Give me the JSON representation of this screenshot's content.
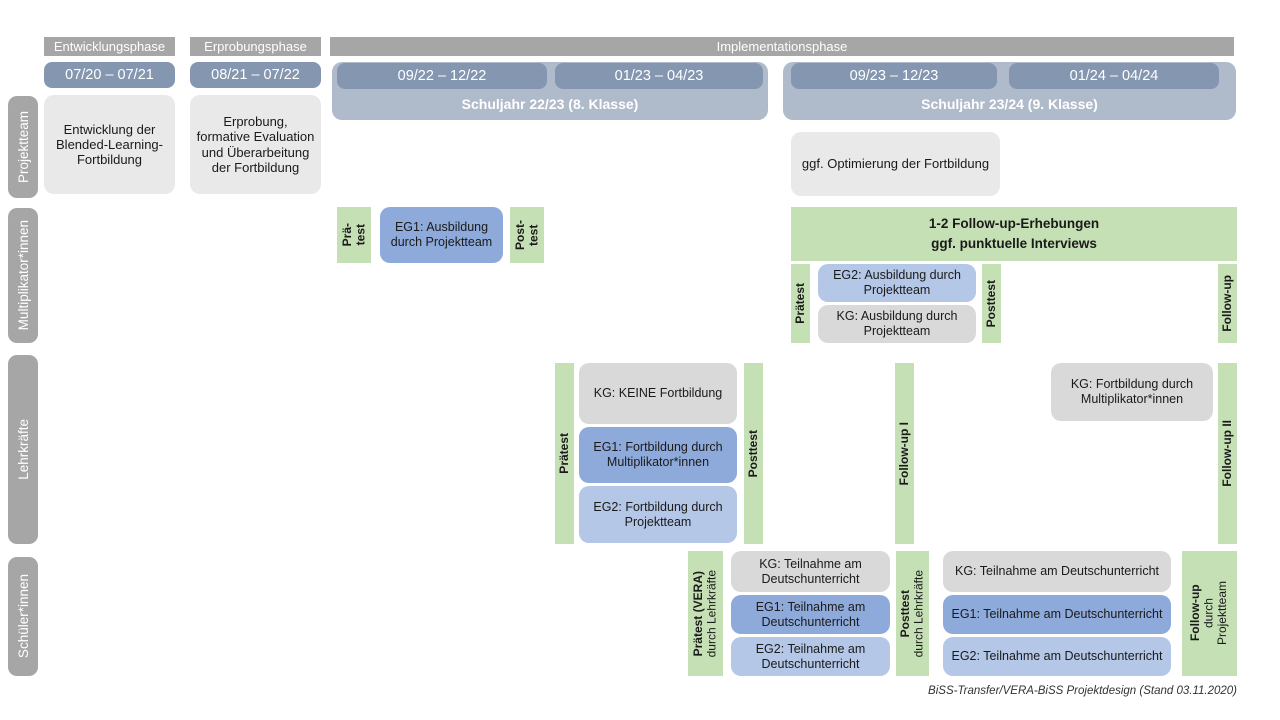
{
  "caption": "BiSS-Transfer/VERA-BiSS Projektdesign (Stand 03.11.2020)",
  "colors": {
    "phase_header": "#a6a6a6",
    "date_bar": "#8496b0",
    "year_container": "#afbbcb",
    "row_label": "#a6a6a6",
    "box_lightgray": "#e9e9e9",
    "box_kg_gray": "#d9d9d9",
    "box_eg1_blue": "#8eaadb",
    "box_eg2_lightblue": "#b4c7e7",
    "test_green": "#c5e0b4"
  },
  "phases": {
    "entwicklung": "Entwicklungsphase",
    "erprobung": "Erprobungsphase",
    "implementation": "Implementationsphase"
  },
  "timeline": {
    "period_dev": "07/20 – 07/21",
    "period_pilot": "08/21 – 07/22",
    "year1": {
      "label": "Schuljahr 22/23 (8. Klasse)",
      "p1": "09/22 – 12/22",
      "p2": "01/23 – 04/23"
    },
    "year2": {
      "label": "Schuljahr 23/24 (9. Klasse)",
      "p1": "09/23 – 12/23",
      "p2": "01/24 – 04/24"
    }
  },
  "row_labels": {
    "projektteam": "Projektteam",
    "multiplikatoren": "Multiplikator*innen",
    "lehrkraefte": "Lehrkräfte",
    "schueler": "Schüler*innen"
  },
  "projektteam": {
    "entwicklung": "Entwicklung der Blended-Learning-Fortbildung",
    "erprobung": "Erprobung, formative Evaluation und Überarbeitung der Fortbildung",
    "optimierung": "ggf. Optimierung der Fortbildung"
  },
  "multiplikatoren": {
    "praetest1_l1": "Prä-",
    "praetest1_l2": "test",
    "eg1": "EG1: Ausbildung durch Projektteam",
    "posttest1_l1": "Post-",
    "posttest1_l2": "test",
    "followup_box_l1": "1-2 Follow-up-Erhebungen",
    "followup_box_l2": "ggf. punktuelle Interviews",
    "praetest2": "Prätest",
    "eg2": "EG2: Ausbildung durch Projektteam",
    "kg": "KG: Ausbildung durch Projektteam",
    "posttest2": "Posttest",
    "followup": "Follow-up"
  },
  "lehrkraefte": {
    "praetest": "Prätest",
    "kg": "KG: KEINE Fortbildung",
    "eg1": "EG1: Fortbildung durch Multiplikator*innen",
    "eg2": "EG2: Fortbildung durch Projektteam",
    "posttest": "Posttest",
    "followup1": "Follow-up I",
    "kg2": "KG: Fortbildung durch Multiplikator*innen",
    "followup2": "Follow-up II"
  },
  "schueler": {
    "praetest_main": "Prätest (VERA)",
    "praetest_sub": "durch Lehrkräfte",
    "kg": "KG: Teilnahme am Deutschunterricht",
    "eg1": "EG1: Teilnahme am Deutschunterricht",
    "eg2": "EG2: Teilnahme am Deutschunterricht",
    "posttest_main": "Posttest",
    "posttest_sub": "durch Lehrkräfte",
    "followup_main": "Follow-up",
    "followup_sub1": "durch",
    "followup_sub2": "Projektteam"
  }
}
